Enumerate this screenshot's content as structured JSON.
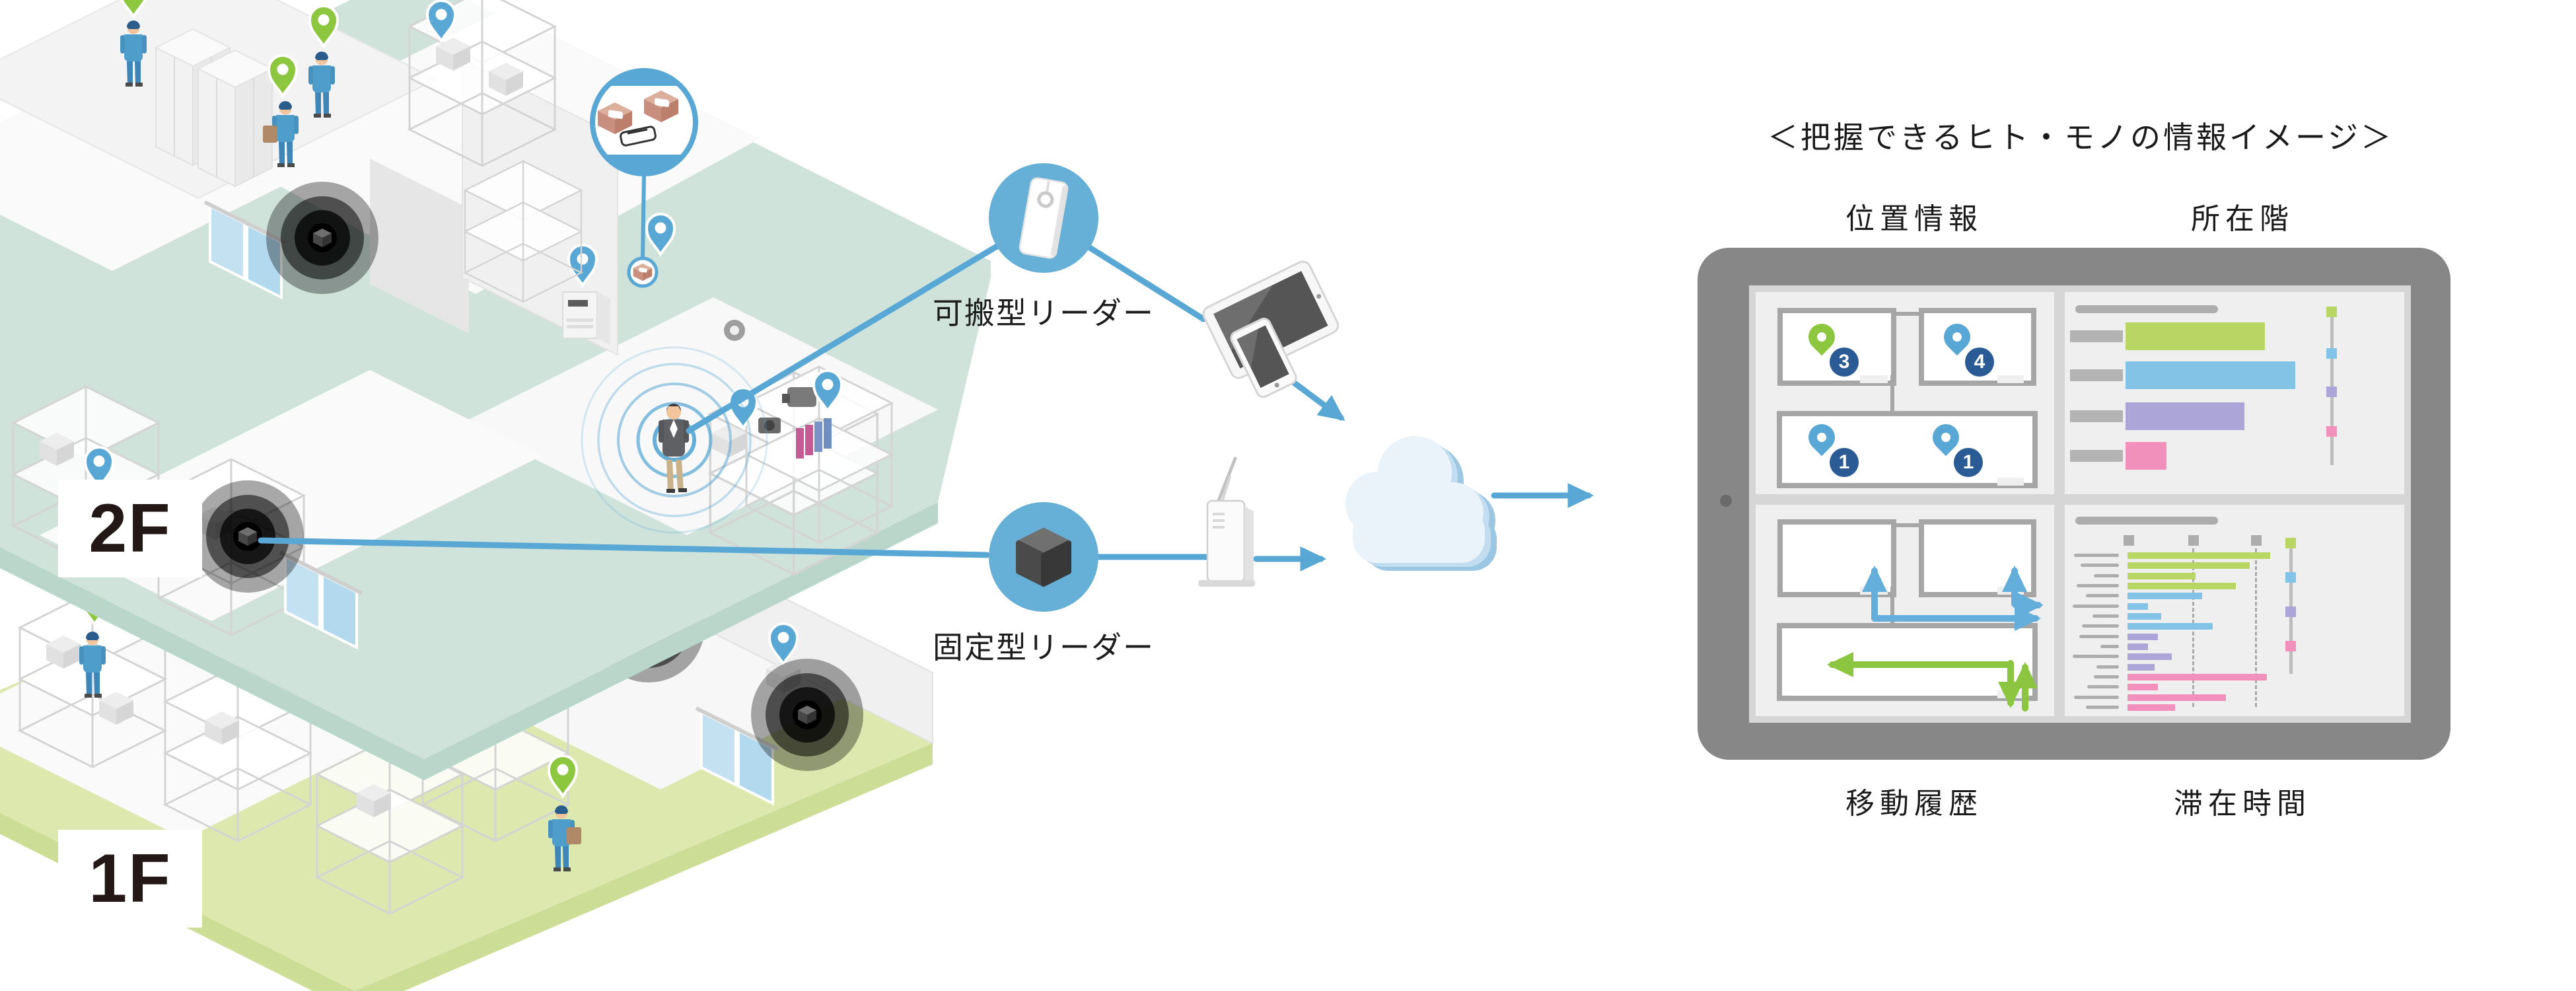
{
  "palette": {
    "blue": "#58A7D4",
    "blue_fill": "#66AFD7",
    "navy": "#2B5B94",
    "green": "#8DC63F",
    "arrow_blue": "#64AEDB",
    "arrow_green": "#8CC540",
    "bar_green": "#B9D563",
    "bar_blue": "#82C3E6",
    "bar_purple": "#ABA5D8",
    "bar_pink": "#F191BB",
    "mint": "#CFE3DB",
    "lime": "#DCE8AE",
    "tablet_gray": "#878787",
    "panel_gray": "#EFEFEF",
    "wall_gray": "#A6A6A6",
    "label_gray": "#B3B3B3",
    "ink": "#1A1A1A"
  },
  "header": {
    "title": "＜把握できるヒト・モノの情報イメージ＞"
  },
  "floors": {
    "f2": "2F",
    "f1": "1F"
  },
  "readers": {
    "portable": "可搬型リーダー",
    "fixed": "固定型リーダー"
  },
  "dashboard": {
    "labels": {
      "tl": "位置情報",
      "tr": "所在階",
      "bl": "移動履歴",
      "br": "滞在時間"
    },
    "location_map": {
      "pins": [
        {
          "room": "upper-left",
          "color": "green",
          "count": "3"
        },
        {
          "room": "upper-right",
          "color": "blue",
          "count": "4"
        },
        {
          "room": "bottom-left",
          "color": "blue",
          "count": "1"
        },
        {
          "room": "bottom-right",
          "color": "blue",
          "count": "1"
        }
      ]
    },
    "movement_map": {
      "paths": [
        {
          "color": "blue",
          "route": "corridor up into upper-left room"
        },
        {
          "color": "blue",
          "route": "corridor right out of floor"
        },
        {
          "color": "blue",
          "route": "upper-right room out to the right"
        },
        {
          "color": "green",
          "route": "bottom room long arrow to the left"
        },
        {
          "color": "green",
          "route": "bottom room in/out through bottom door"
        }
      ]
    }
  },
  "chart_data": [
    {
      "type": "bar",
      "panel": "所在階",
      "orientation": "horizontal",
      "grid": false,
      "note": "schematic floor-occupancy bars, values are % of panel width",
      "series": [
        {
          "color": "bar_green",
          "value": 41
        },
        {
          "color": "bar_blue",
          "value": 50
        },
        {
          "color": "bar_purple",
          "value": 35
        },
        {
          "color": "bar_pink",
          "value": 12
        }
      ],
      "legend": [
        "bar_green",
        "bar_blue",
        "bar_purple",
        "bar_pink"
      ],
      "legend_position": "right"
    },
    {
      "type": "bar",
      "panel": "滞在時間",
      "orientation": "horizontal",
      "grid": "2 dashed verticals",
      "note": "schematic stay-duration gantt, values are % of panel width",
      "rows": [
        {
          "color": "bar_green",
          "value": 42,
          "label_w": 68
        },
        {
          "color": "bar_green",
          "value": 36,
          "label_w": 58
        },
        {
          "color": "bar_green",
          "value": 20,
          "label_w": 38
        },
        {
          "color": "bar_green",
          "value": 32,
          "label_w": 64
        },
        {
          "color": "bar_blue",
          "value": 22,
          "label_w": 50
        },
        {
          "color": "bar_blue",
          "value": 6,
          "label_w": 70
        },
        {
          "color": "bar_blue",
          "value": 10,
          "label_w": 40
        },
        {
          "color": "bar_blue",
          "value": 25,
          "label_w": 56
        },
        {
          "color": "bar_purple",
          "value": 9,
          "label_w": 60
        },
        {
          "color": "bar_purple",
          "value": 6,
          "label_w": 28
        },
        {
          "color": "bar_purple",
          "value": 13,
          "label_w": 70
        },
        {
          "color": "bar_purple",
          "value": 8,
          "label_w": 34
        },
        {
          "color": "bar_pink",
          "value": 41,
          "label_w": 38
        },
        {
          "color": "bar_pink",
          "value": 9,
          "label_w": 48
        },
        {
          "color": "bar_pink",
          "value": 29,
          "label_w": 68
        },
        {
          "color": "bar_pink",
          "value": 14,
          "label_w": 50
        }
      ],
      "legend": [
        "bar_green",
        "bar_blue",
        "bar_purple",
        "bar_pink"
      ],
      "legend_position": "right"
    }
  ]
}
